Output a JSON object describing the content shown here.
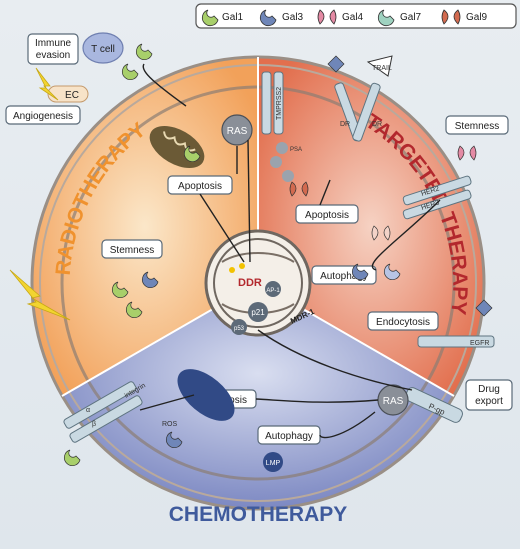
{
  "legend": {
    "items": [
      {
        "label": "Gal1",
        "color": "#a8cf6a"
      },
      {
        "label": "Gal3",
        "color": "#6f86b8"
      },
      {
        "label": "Gal4",
        "color": "#e48aa4"
      },
      {
        "label": "Gal7",
        "color": "#9fd2c0"
      },
      {
        "label": "Gal9",
        "color": "#d26a4f"
      }
    ]
  },
  "sectors": {
    "radiotherapy": "RADIOTHERAPY",
    "targeted": "TARGETED THERAPY",
    "chemotherapy": "CHEMOTHERAPY"
  },
  "outer_boxes": {
    "immune_evasion": [
      "Immune",
      "evasion"
    ],
    "t_cell": "T cell",
    "ec": "EC",
    "angiogenesis": "Angiogenesis",
    "stemness_right": "Stemness",
    "drug_export": [
      "Drug",
      "export"
    ]
  },
  "inner_boxes": {
    "apoptosis_left": "Apoptosis",
    "stemness_left": "Stemness",
    "apoptosis_right": "Apoptosis",
    "autophagy_right": "Autophagy",
    "endocytosis": "Endocytosis",
    "apoptosis_bottom": "Apoptosis",
    "autophagy_bottom": "Autophagy"
  },
  "molecules": {
    "ras_top": "RAS",
    "ras_bottom": "RAS",
    "ddr": "DDR",
    "p21": "p21",
    "p53": "p53",
    "ap1": "AP-1",
    "mdr1": "MDR-1",
    "tmprss2": "TMPRSS2",
    "psa": "PSA",
    "trail": "TRAIL",
    "dr": "DR",
    "her2": "HER2",
    "her3": "HER3",
    "egfr": "EGFR",
    "pgp": "P-gp",
    "integrin": "integrin",
    "alpha": "α",
    "beta": "β",
    "ros": "ROS",
    "lmp": "LMP"
  }
}
